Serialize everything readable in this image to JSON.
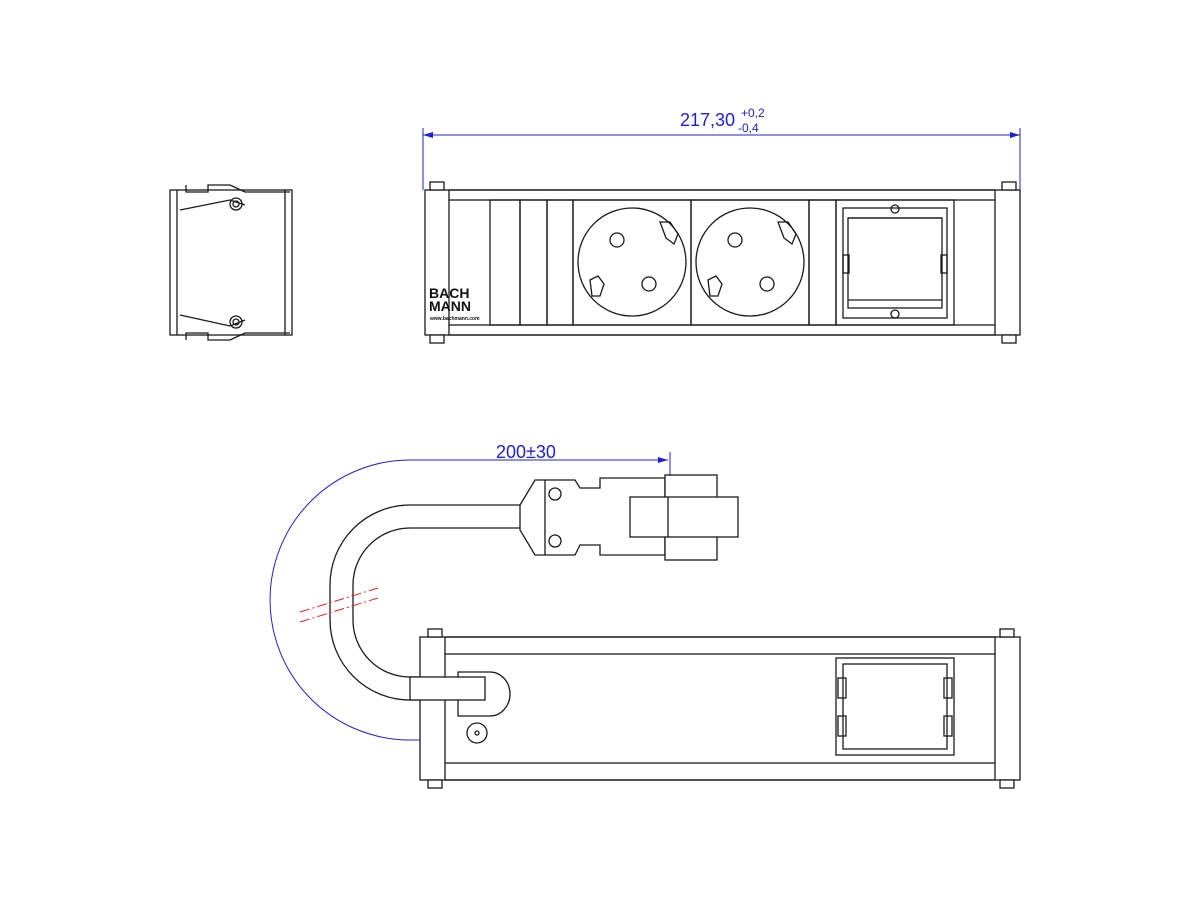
{
  "brand": {
    "line1": "BACH",
    "line2": "MANN",
    "url": "www.bachmann.com"
  },
  "dimensions": {
    "length_main": "217,30",
    "length_tol_plus": "+0,2",
    "length_tol_minus": "-0,4",
    "cable_length": "200±30"
  },
  "colors": {
    "line": "#1a1a1a",
    "dimension": "#2020d0",
    "centerline": "#e02020"
  }
}
